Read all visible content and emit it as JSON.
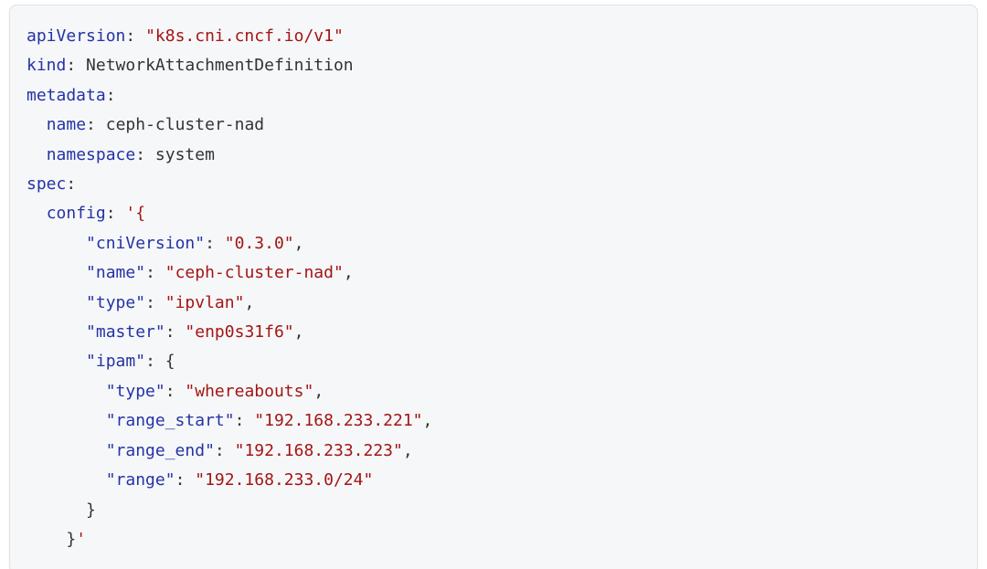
{
  "colors": {
    "key": "#2433a6",
    "string": "#a31515",
    "plain": "#333333",
    "background": "#f6f7f8",
    "border": "#e2e2e4",
    "border_bottom": "#cfcfd2"
  },
  "code": {
    "language": "yaml",
    "lines": [
      [
        [
          "k",
          "apiVersion"
        ],
        [
          "p",
          ": "
        ],
        [
          "s",
          "\"k8s.cni.cncf.io/v1\""
        ]
      ],
      [
        [
          "k",
          "kind"
        ],
        [
          "p",
          ": "
        ],
        [
          "p",
          "NetworkAttachmentDefinition"
        ]
      ],
      [
        [
          "k",
          "metadata"
        ],
        [
          "p",
          ":"
        ]
      ],
      [
        [
          "p",
          "  "
        ],
        [
          "k",
          "name"
        ],
        [
          "p",
          ": "
        ],
        [
          "p",
          "ceph-cluster-nad"
        ]
      ],
      [
        [
          "p",
          "  "
        ],
        [
          "k",
          "namespace"
        ],
        [
          "p",
          ": "
        ],
        [
          "p",
          "system"
        ]
      ],
      [
        [
          "k",
          "spec"
        ],
        [
          "p",
          ":"
        ]
      ],
      [
        [
          "p",
          "  "
        ],
        [
          "k",
          "config"
        ],
        [
          "p",
          ": "
        ],
        [
          "s",
          "'{"
        ]
      ],
      [
        [
          "p",
          "      "
        ],
        [
          "k",
          "\"cniVersion\""
        ],
        [
          "p",
          ": "
        ],
        [
          "s",
          "\"0.3.0\""
        ],
        [
          "p",
          ","
        ]
      ],
      [
        [
          "p",
          "      "
        ],
        [
          "k",
          "\"name\""
        ],
        [
          "p",
          ": "
        ],
        [
          "s",
          "\"ceph-cluster-nad\""
        ],
        [
          "p",
          ","
        ]
      ],
      [
        [
          "p",
          "      "
        ],
        [
          "k",
          "\"type\""
        ],
        [
          "p",
          ": "
        ],
        [
          "s",
          "\"ipvlan\""
        ],
        [
          "p",
          ","
        ]
      ],
      [
        [
          "p",
          "      "
        ],
        [
          "k",
          "\"master\""
        ],
        [
          "p",
          ": "
        ],
        [
          "s",
          "\"enp0s31f6\""
        ],
        [
          "p",
          ","
        ]
      ],
      [
        [
          "p",
          "      "
        ],
        [
          "k",
          "\"ipam\""
        ],
        [
          "p",
          ": "
        ],
        [
          "p",
          "{"
        ]
      ],
      [
        [
          "p",
          "        "
        ],
        [
          "k",
          "\"type\""
        ],
        [
          "p",
          ": "
        ],
        [
          "s",
          "\"whereabouts\""
        ],
        [
          "p",
          ","
        ]
      ],
      [
        [
          "p",
          "        "
        ],
        [
          "k",
          "\"range_start\""
        ],
        [
          "p",
          ": "
        ],
        [
          "s",
          "\"192.168.233.221\""
        ],
        [
          "p",
          ","
        ]
      ],
      [
        [
          "p",
          "        "
        ],
        [
          "k",
          "\"range_end\""
        ],
        [
          "p",
          ": "
        ],
        [
          "s",
          "\"192.168.233.223\""
        ],
        [
          "p",
          ","
        ]
      ],
      [
        [
          "p",
          "        "
        ],
        [
          "k",
          "\"range\""
        ],
        [
          "p",
          ": "
        ],
        [
          "s",
          "\"192.168.233.0/24\""
        ]
      ],
      [
        [
          "p",
          "      }"
        ]
      ],
      [
        [
          "p",
          "    }"
        ],
        [
          "s",
          "'"
        ]
      ]
    ]
  }
}
